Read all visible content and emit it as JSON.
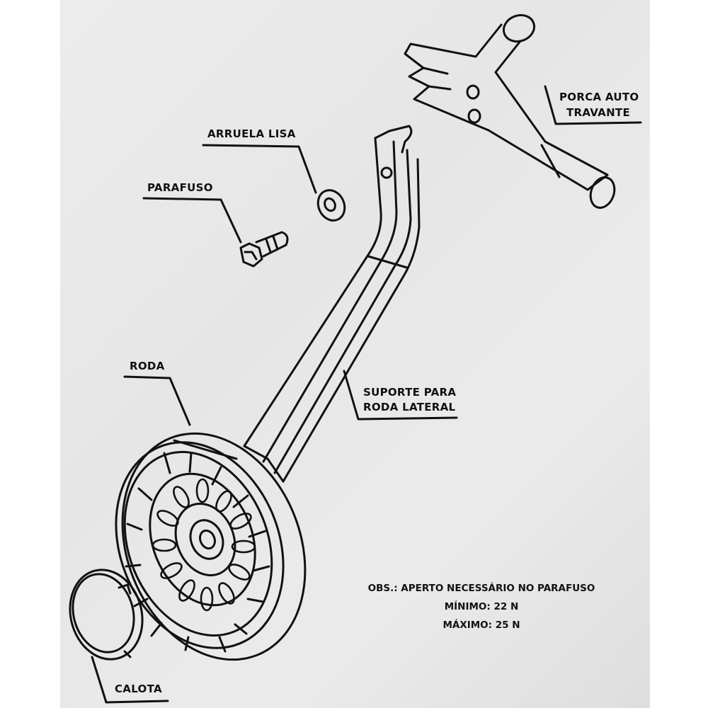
{
  "labels": {
    "porca": [
      "PORCA AUTO",
      "TRAVANTE"
    ],
    "arruela": "ARRUELA LISA",
    "parafuso": "PARAFUSO",
    "roda": "RODA",
    "suporte": [
      "SUPORTE PARA",
      "RODA LATERAL"
    ],
    "calota": "CALOTA"
  },
  "note": {
    "line1": "OBS.: APERTO NECESSÁRIO NO PARAFUSO",
    "line2": "MÍNIMO: 22 N",
    "line3": "MÁXIMO: 25 N"
  }
}
